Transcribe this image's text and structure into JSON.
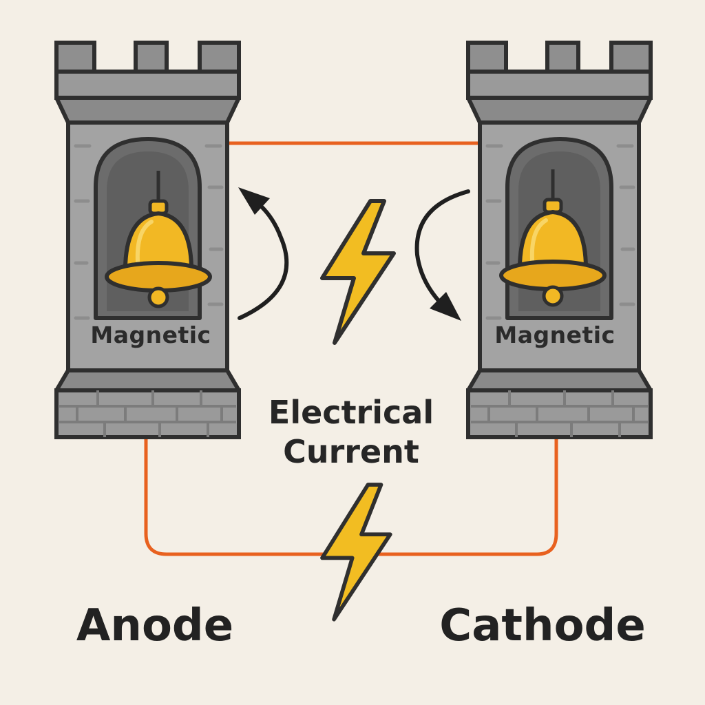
{
  "labels": {
    "left_tower": "Magnetic",
    "right_tower": "Magnetic",
    "center_line1": "Electrical",
    "center_line2": "Current",
    "anode": "Anode",
    "cathode": "Cathode"
  },
  "colors": {
    "background": "#f4efe6",
    "stone": "#9c9c9c",
    "stone_dark": "#6f6f6f",
    "outline": "#2f2f2f",
    "bell": "#f2b824",
    "wire": "#e8611f",
    "bolt": "#f2bd22"
  },
  "icons": {
    "towers": "castle-tower-icon",
    "bells": "bell-icon",
    "bolts": "lightning-bolt-icon",
    "arrows": "curved-arrow-icon"
  }
}
